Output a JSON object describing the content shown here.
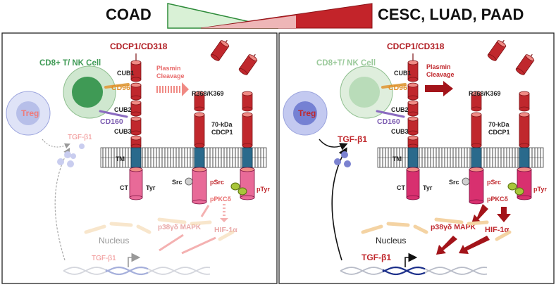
{
  "header": {
    "left_label": "COAD",
    "right_label": "CESC, LUAD, PAAD",
    "left_color": "#2e8b3a",
    "right_color": "#b01c22"
  },
  "panels": [
    {
      "state": "low",
      "receptor_title": "CDCP1/CD318",
      "immune_cell": "CD8+ T/ NK Cell",
      "treg": "Treg",
      "cd96": "CD96",
      "cd160": "CD160",
      "cub1": "CUB1",
      "cub2": "CUB2",
      "cub3": "CUB3",
      "tm": "TM",
      "ct": "CT",
      "tyr": "Tyr",
      "plasmin": [
        "Plasmin",
        "Cleavage"
      ],
      "cleavage_site": "R368/K369",
      "fragment": [
        "70-kDa",
        "CDCP1"
      ],
      "src": "Src",
      "psrc": "pSrc",
      "ptyr": "pTyr",
      "ppkc": "pPKCδ",
      "p38": "p38γδ MAPK",
      "hif": "HIF-1α",
      "nucleus": "Nucleus",
      "tgf_secreted": "TGF-β1",
      "tgf_gene": "TGF-β1"
    },
    {
      "state": "high",
      "receptor_title": "CDCP1/CD318",
      "immune_cell": "CD8+T/ NK Cell",
      "treg": "Treg",
      "cd96": "CD96",
      "cd160": "CD160",
      "cub1": "CUB1",
      "cub2": "CUB2",
      "cub3": "CUB3",
      "tm": "TM",
      "ct": "CT",
      "tyr": "Tyr",
      "plasmin": [
        "Plasmin",
        "Cleavage"
      ],
      "cleavage_site": "R368/K369",
      "fragment": [
        "70-kDa",
        "CDCP1"
      ],
      "src": "Src",
      "psrc": "pSrc",
      "ptyr": "pTyr",
      "ppkc": "pPKCδ",
      "p38": "p38γδ MAPK",
      "hif": "HIF-1α",
      "nucleus": "Nucleus",
      "tgf_secreted": "TGF-β1",
      "tgf_gene": "TGF-β1"
    }
  ]
}
